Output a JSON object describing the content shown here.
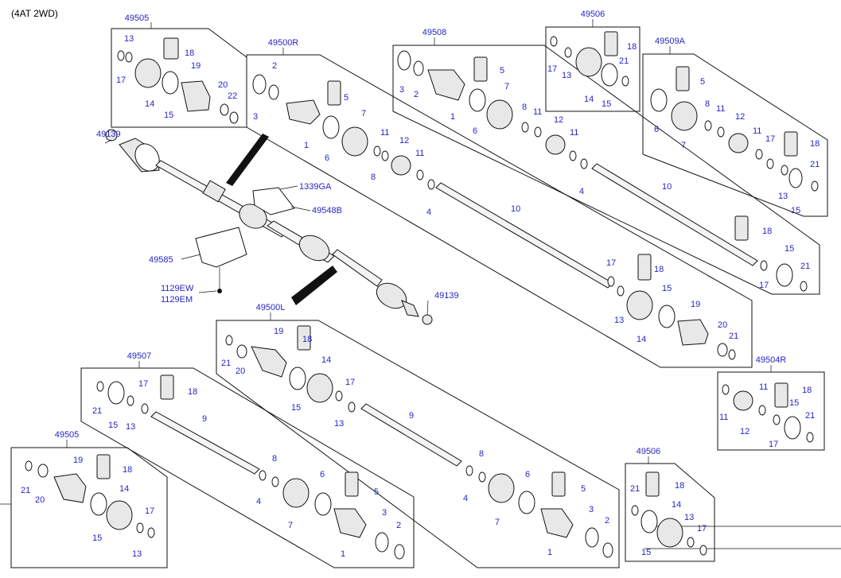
{
  "caption": "(4AT 2WD)",
  "groups": [
    {
      "code": "49505",
      "labels": [
        "13",
        "17",
        "18",
        "19",
        "14",
        "15",
        "20",
        "22"
      ]
    },
    {
      "code": "49500R",
      "labels": [
        "2",
        "3",
        "5",
        "1",
        "6",
        "7",
        "11",
        "12",
        "8",
        "11",
        "4",
        "10",
        "17",
        "18",
        "15",
        "13",
        "19",
        "14",
        "20",
        "21"
      ]
    },
    {
      "code": "49508",
      "labels": [
        "3",
        "2",
        "5",
        "1",
        "6",
        "7",
        "8",
        "11",
        "12",
        "11",
        "4"
      ]
    },
    {
      "code": "49506",
      "labels": [
        "17",
        "13",
        "18",
        "21",
        "14",
        "15"
      ]
    },
    {
      "code": "49509A",
      "labels": [
        "6",
        "5",
        "7",
        "8",
        "11",
        "12",
        "11",
        "17",
        "18",
        "21",
        "13",
        "15",
        "10",
        "18",
        "17",
        "15",
        "21"
      ]
    },
    {
      "code": "49500L",
      "labels": [
        "21",
        "19",
        "18",
        "20",
        "14",
        "15",
        "17",
        "13",
        "9",
        "8",
        "4",
        "6",
        "5",
        "7",
        "3",
        "2",
        "1"
      ]
    },
    {
      "code": "49507",
      "labels": [
        "21",
        "17",
        "18",
        "15",
        "13",
        "9",
        "8",
        "4",
        "6",
        "5",
        "7",
        "3",
        "2",
        "1"
      ]
    },
    {
      "code": "49504R",
      "labels": [
        "11",
        "18",
        "12",
        "15",
        "21",
        "17"
      ]
    },
    {
      "code": "49506",
      "labels": [
        "21",
        "18",
        "14",
        "13",
        "17",
        "15"
      ]
    }
  ],
  "parts": {
    "p49139a": "49139",
    "p49139b": "49139",
    "p1339GA": "1339GA",
    "p49548B": "49548B",
    "p49585": "49585",
    "p1129EW": "1129EW",
    "p1129EM": "1129EM"
  },
  "boxes": {
    "b49505": "49505",
    "b49500R": "49500R",
    "b49508": "49508",
    "b49506": "49506",
    "b49509A": "49509A",
    "b49500L": "49500L",
    "b49507": "49507",
    "b49504R": "49504R",
    "b49505b": "49505",
    "b49506b": "49506"
  }
}
